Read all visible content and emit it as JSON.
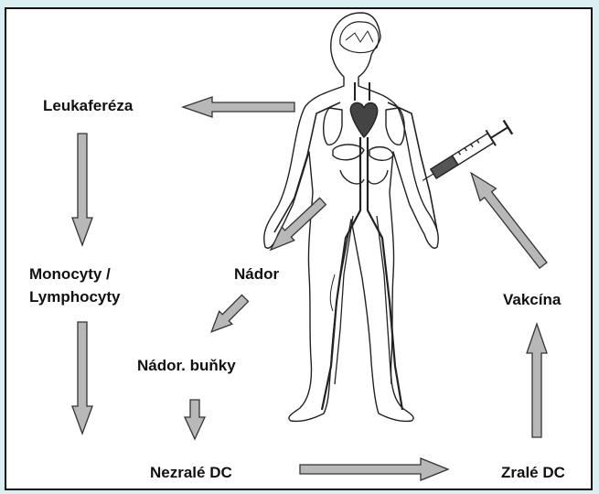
{
  "labels": {
    "leukafereza": "Leukaferéza",
    "monocyty_line1": "Monocyty /",
    "monocyty_line2": "Lymphocyty",
    "nador": "Nádor",
    "nador_bunky": "Nádor. buňky",
    "nezrale_dc": "Nezralé DC",
    "zrale_dc": "Zralé DC",
    "vakcina": "Vakcína"
  },
  "colors": {
    "page_background": "#dbeef2",
    "arrow_fill": "#b8b8b8",
    "arrow_stroke": "#333333",
    "body_outline": "#222222",
    "vessels": "#333333",
    "syringe_fill": "#555555"
  },
  "icons": {
    "figure": "human-circulatory-system-icon",
    "syringe": "syringe-icon"
  }
}
